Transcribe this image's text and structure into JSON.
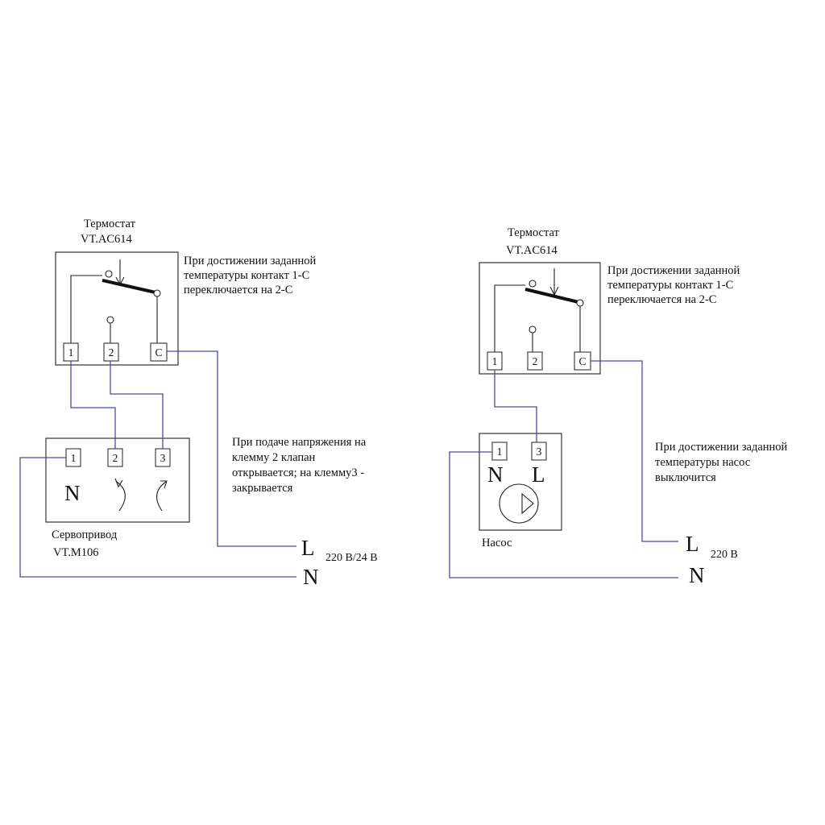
{
  "left": {
    "thermostat": {
      "title": "Термостат",
      "model": "VT.AC614"
    },
    "switch_note": [
      "При достижении заданной",
      "температуры контакт 1-С",
      "переключается на 2-С"
    ],
    "thermostat_terminals": [
      "1",
      "2",
      "C"
    ],
    "actuator_terminals": [
      "1",
      "2",
      "3"
    ],
    "actuator_symbol": "N",
    "actuator": {
      "title": "Сервопривод",
      "model": "VT.M106"
    },
    "valve_note": [
      "При подаче напряжения на",
      "клемму 2 клапан",
      "открывается; на клемму3 -",
      "закрывается"
    ],
    "supply": {
      "l": "L",
      "n": "N",
      "voltage": "220 В/24 В"
    }
  },
  "right": {
    "thermostat": {
      "title": "Термостат",
      "model": "VT.AC614"
    },
    "switch_note": [
      "При достижении заданной",
      "температуры контакт 1-С",
      "переключается на 2-С"
    ],
    "thermostat_terminals": [
      "1",
      "2",
      "C"
    ],
    "pump_terminals": [
      "1",
      "3"
    ],
    "pump_symbols": {
      "n": "N",
      "l": "L"
    },
    "pump": {
      "title": "Насос"
    },
    "pump_note": [
      "При достижении заданной",
      "температуры насос",
      "выключится"
    ],
    "supply": {
      "l": "L",
      "n": "N",
      "voltage": "220 В"
    }
  },
  "colors": {
    "wire": "#4a4aa8",
    "outline": "#333333"
  }
}
